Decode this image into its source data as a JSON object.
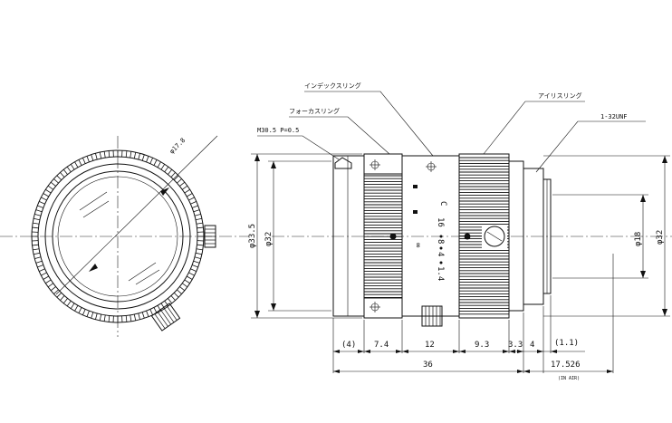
{
  "callouts": {
    "index_ring": "インデックスリング",
    "focus_ring": "フォーカスリング",
    "iris_ring": "アイリスリング",
    "thread": "M30.5 P=0.5",
    "mount": "1-32UNF"
  },
  "diameters": {
    "front_view": "φ17.8",
    "outer": "φ33.5",
    "body": "φ32",
    "rear_small": "φ18",
    "rear_large": "φ32"
  },
  "barrel_marks": {
    "close": "C",
    "aperture_1": "16",
    "aperture_2": "8",
    "aperture_3": "4",
    "aperture_4": "1.4",
    "infinity": "∞"
  },
  "lengths": {
    "front": "(4)",
    "focus": "7.4",
    "index": "12",
    "iris": "9.3",
    "rear1": "3.3",
    "rear2": "4",
    "flange_paren": "(1.1)",
    "total": "36",
    "flange_back": "17.526",
    "flange_note": "(IN AIR)"
  }
}
